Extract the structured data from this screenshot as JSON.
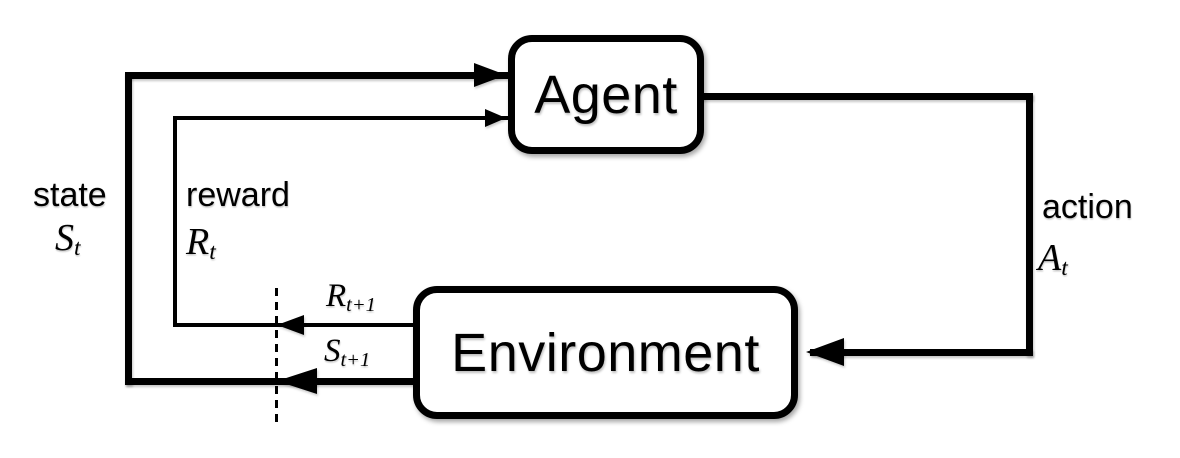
{
  "boxes": {
    "agent": "Agent",
    "environment": "Environment"
  },
  "labels": {
    "state": {
      "word": "state",
      "base": "S",
      "sub": "t"
    },
    "reward": {
      "word": "reward",
      "base": "R",
      "sub": "t"
    },
    "action": {
      "word": "action",
      "base": "A",
      "sub": "t"
    },
    "reward_next": {
      "base": "R",
      "sub": "t+1"
    },
    "state_next": {
      "base": "S",
      "sub": "t+1"
    }
  },
  "colors": {
    "line": "#000000",
    "background": "#ffffff",
    "box_fill": "#ffffff",
    "box_border": "#000000"
  }
}
